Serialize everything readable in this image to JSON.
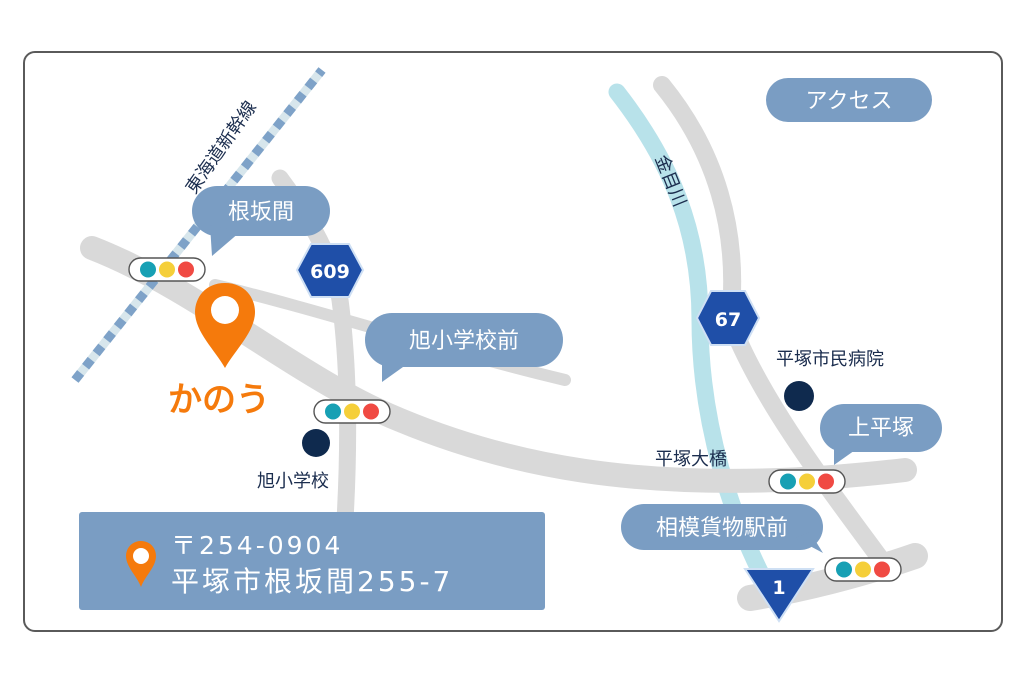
{
  "map": {
    "title_badge": "アクセス",
    "shop": {
      "name": "かのう",
      "pin_color": "#f57a0c"
    },
    "railway": {
      "name": "東海道新幹線"
    },
    "river": {
      "name": "金目川"
    },
    "intersections": [
      {
        "name": "根坂間"
      },
      {
        "name": "旭小学校前"
      },
      {
        "name": "上平塚"
      },
      {
        "name": "相模貨物駅前"
      }
    ],
    "routes": [
      {
        "number": "609",
        "shape": "hexagon"
      },
      {
        "number": "67",
        "shape": "hexagon"
      },
      {
        "number": "1",
        "shape": "inverted-triangle"
      }
    ],
    "landmarks": [
      {
        "name": "旭小学校"
      },
      {
        "name": "平塚市民病院"
      },
      {
        "name": "平塚大橋"
      }
    ],
    "signal_colors": {
      "green": "#17a0b4",
      "yellow": "#f5cf3a",
      "red": "#f04a43"
    },
    "address": {
      "postal": "〒254-0904",
      "street": "平塚市根坂間255-7"
    },
    "colors": {
      "bubble": "#7a9dc3",
      "route_badge": "#1f4fa8",
      "road": "#d9d9d9",
      "river": "#b8e2ea",
      "poi": "#0f2a4e",
      "accent": "#f57a0c"
    }
  }
}
